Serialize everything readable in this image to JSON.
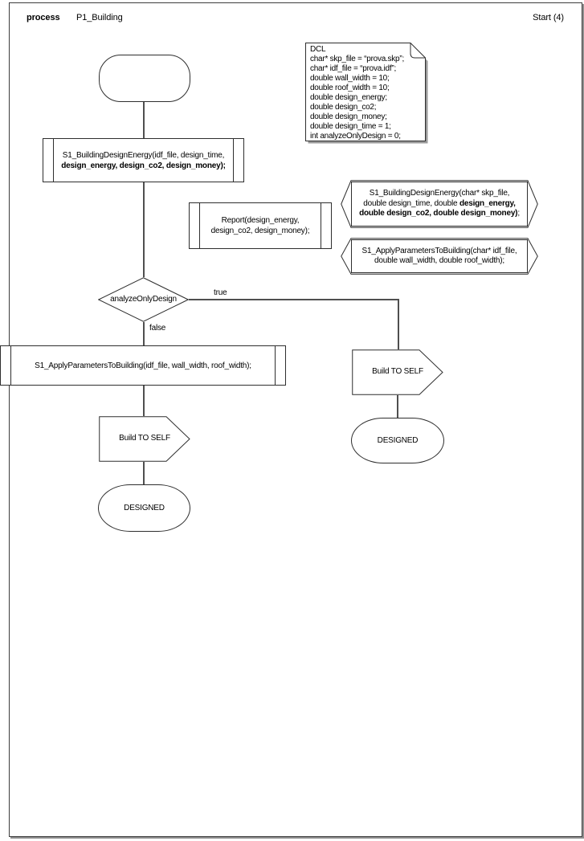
{
  "header": {
    "kind": "process",
    "name": "P1_Building",
    "page_ref": "Start (4)"
  },
  "dcl": {
    "lines": [
      "DCL",
      "char* skp_file = “prova.skp”;",
      "char* idf_file = “prova.idf”;",
      "double wall_width = 10;",
      "double roof_width = 10;",
      "double design_energy;",
      "double design_co2;",
      "double design_money;",
      "double design_time = 1;",
      "int analyzeOnlyDesign = 0;"
    ]
  },
  "call_design_energy": {
    "line1": "S1_BuildingDesignEnergy(idf_file, design_time,",
    "line2_bold": "design_energy, design_co2, design_money);"
  },
  "report": {
    "line1": "Report(design_energy,",
    "line2": "design_co2, design_money);"
  },
  "decl_design_energy": {
    "line1": "S1_BuildingDesignEnergy(char* skp_file,",
    "line2_normal": "double design_time, double ",
    "line2_bold": "design_energy,",
    "line3_bold": "double design_co2, double design_money)",
    "line3_tail": ";"
  },
  "decl_apply_params": {
    "line1": "S1_ApplyParametersToBuilding(char* idf_file,",
    "line2": "double wall_width, double roof_width);"
  },
  "decision": {
    "label": "analyzeOnlyDesign",
    "true_label": "true",
    "false_label": "false"
  },
  "call_apply_params": {
    "line1": "S1_ApplyParametersToBuilding(idf_file, wall_width, roof_width);"
  },
  "signal_left": {
    "label": "Build TO SELF"
  },
  "state_left": {
    "label": "DESIGNED"
  },
  "signal_right": {
    "label": "Build TO SELF"
  },
  "state_right": {
    "label": "DESIGNED"
  },
  "colors": {
    "border": "#2e2e2e",
    "connector": "#4f4f4f",
    "frame_shadow": "#8f8f8f"
  }
}
